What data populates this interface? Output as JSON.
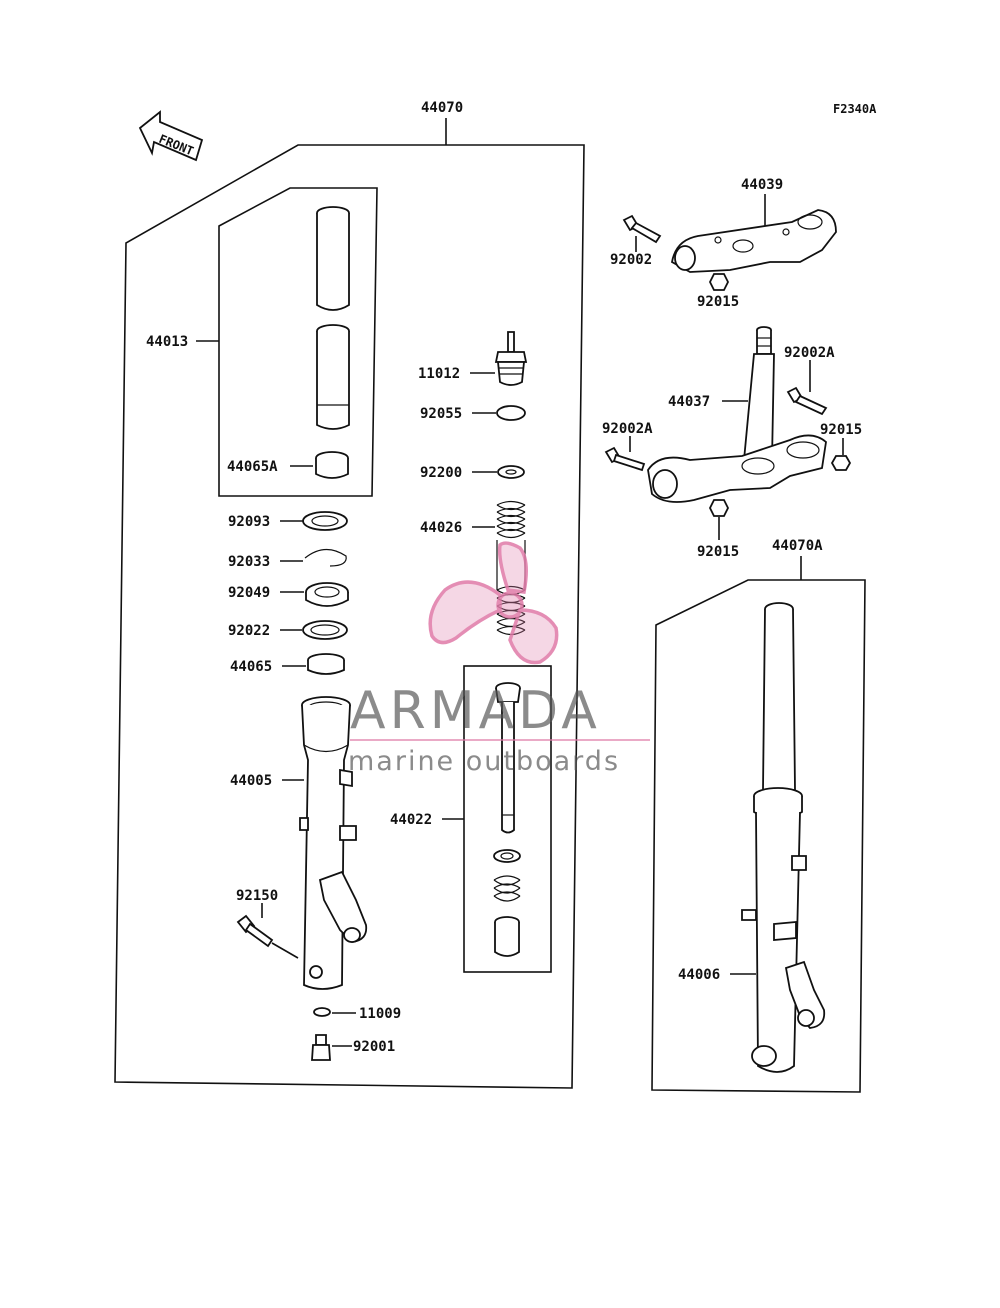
{
  "diagram_code": "F2340A",
  "front_arrow_text": "FRONT",
  "watermark": {
    "brand": "ARMADA",
    "tagline": "marine outboards",
    "color": "#e07aa8"
  },
  "labels": {
    "p44070": "44070",
    "p44013": "44013",
    "p44065A": "44065A",
    "p92093": "92093",
    "p92033": "92033",
    "p92049": "92049",
    "p92022": "92022",
    "p44065": "44065",
    "p44005": "44005",
    "p92150": "92150",
    "p11009": "11009",
    "p92001": "92001",
    "p11012": "11012",
    "p92055": "92055",
    "p92200": "92200",
    "p44026": "44026",
    "p44022": "44022",
    "p44039": "44039",
    "p92002": "92002",
    "p92015_top": "92015",
    "p92002A_right": "92002A",
    "p44037": "44037",
    "p92002A_left": "92002A",
    "p92015_right": "92015",
    "p92015_bottom": "92015",
    "p44070A": "44070A",
    "p44006": "44006"
  }
}
